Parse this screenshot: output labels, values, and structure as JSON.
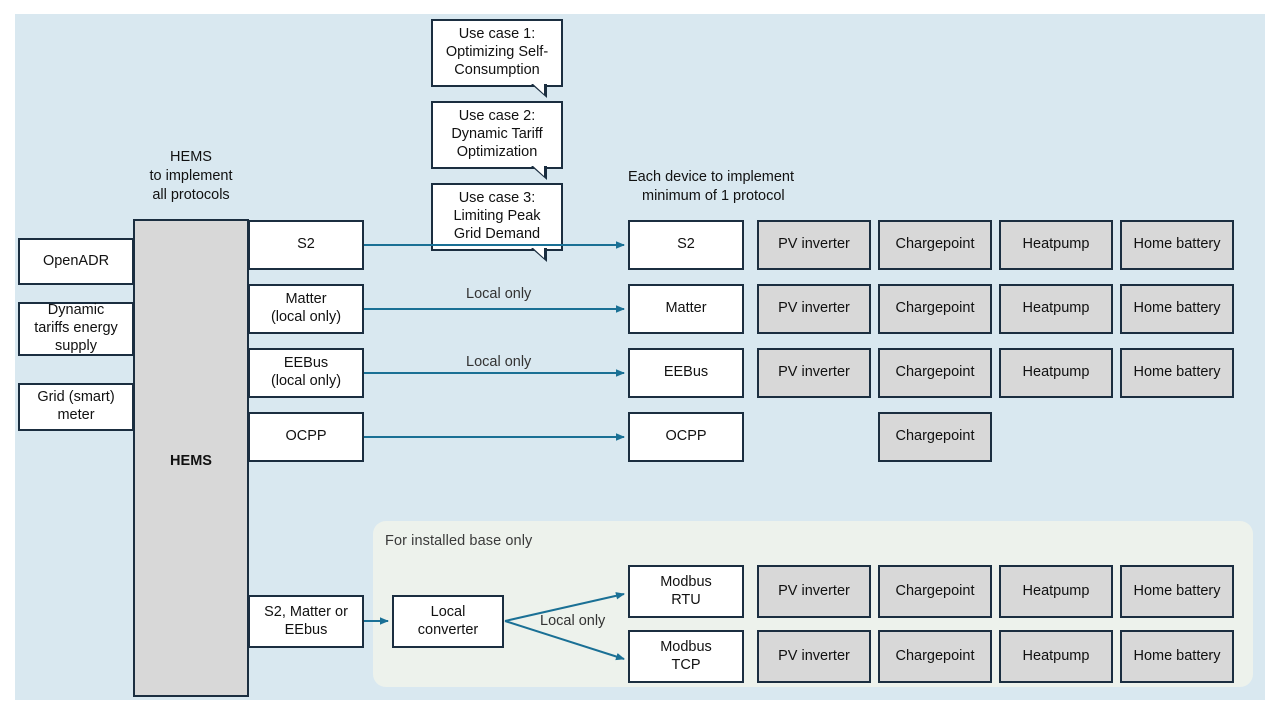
{
  "colors": {
    "panel_background": "#d9e8f0",
    "installed_base_background": "#edf2ec",
    "box_border": "#1b2e40",
    "device_box_fill": "#d8d8d8",
    "protocol_box_fill": "#ffffff",
    "arrow": "#1a7095",
    "page_background": "#ffffff"
  },
  "hems": {
    "caption": "HEMS\nto implement\nall protocols",
    "caption_line1": "HEMS",
    "caption_line2": "to implement",
    "caption_line3": "all protocols",
    "block_label": "HEMS"
  },
  "right_caption": {
    "line1": "Each device to implement",
    "line2": "minimum of 1 protocol"
  },
  "use_cases": [
    {
      "line1": "Use case 1:",
      "line2": "Optimizing Self-",
      "line3": "Consumption"
    },
    {
      "line1": "Use case 2:",
      "line2": "Dynamic Tariff",
      "line3": "Optimization"
    },
    {
      "line1": "Use case 3:",
      "line2": "Limiting Peak",
      "line3": "Grid Demand"
    }
  ],
  "inputs": [
    {
      "line1": "OpenADR",
      "line2": "",
      "line3": ""
    },
    {
      "line1": "Dynamic",
      "line2": "tariffs energy",
      "line3": "supply"
    },
    {
      "line1": "Grid (smart)",
      "line2": "meter",
      "line3": ""
    }
  ],
  "hems_protocol_ports": [
    {
      "line1": "S2",
      "line2": ""
    },
    {
      "line1": "Matter",
      "line2": "(local only)"
    },
    {
      "line1": "EEBus",
      "line2": "(local only)"
    },
    {
      "line1": "OCPP",
      "line2": ""
    },
    {
      "line1": "S2, Matter or",
      "line2": "EEbus"
    }
  ],
  "arrow_labels": {
    "s2": "",
    "matter": "Local only",
    "eebus": "Local only",
    "ocpp": "",
    "converter_out": "Local only"
  },
  "protocol_rows": [
    {
      "protocol_line1": "S2",
      "protocol_line2": "",
      "devices": [
        "PV inverter",
        "Chargepoint",
        "Heatpump",
        "Home battery"
      ]
    },
    {
      "protocol_line1": "Matter",
      "protocol_line2": "",
      "devices": [
        "PV inverter",
        "Chargepoint",
        "Heatpump",
        "Home battery"
      ]
    },
    {
      "protocol_line1": "EEBus",
      "protocol_line2": "",
      "devices": [
        "PV inverter",
        "Chargepoint",
        "Heatpump",
        "Home battery"
      ]
    },
    {
      "protocol_line1": "OCPP",
      "protocol_line2": "",
      "devices": [
        "Chargepoint"
      ]
    }
  ],
  "installed_base": {
    "panel_label": "For installed base only",
    "converter_line1": "Local",
    "converter_line2": "converter",
    "rows": [
      {
        "protocol_line1": "Modbus",
        "protocol_line2": "RTU",
        "devices": [
          "PV inverter",
          "Chargepoint",
          "Heatpump",
          "Home battery"
        ]
      },
      {
        "protocol_line1": "Modbus",
        "protocol_line2": "TCP",
        "devices": [
          "PV inverter",
          "Chargepoint",
          "Heatpump",
          "Home battery"
        ]
      }
    ]
  }
}
